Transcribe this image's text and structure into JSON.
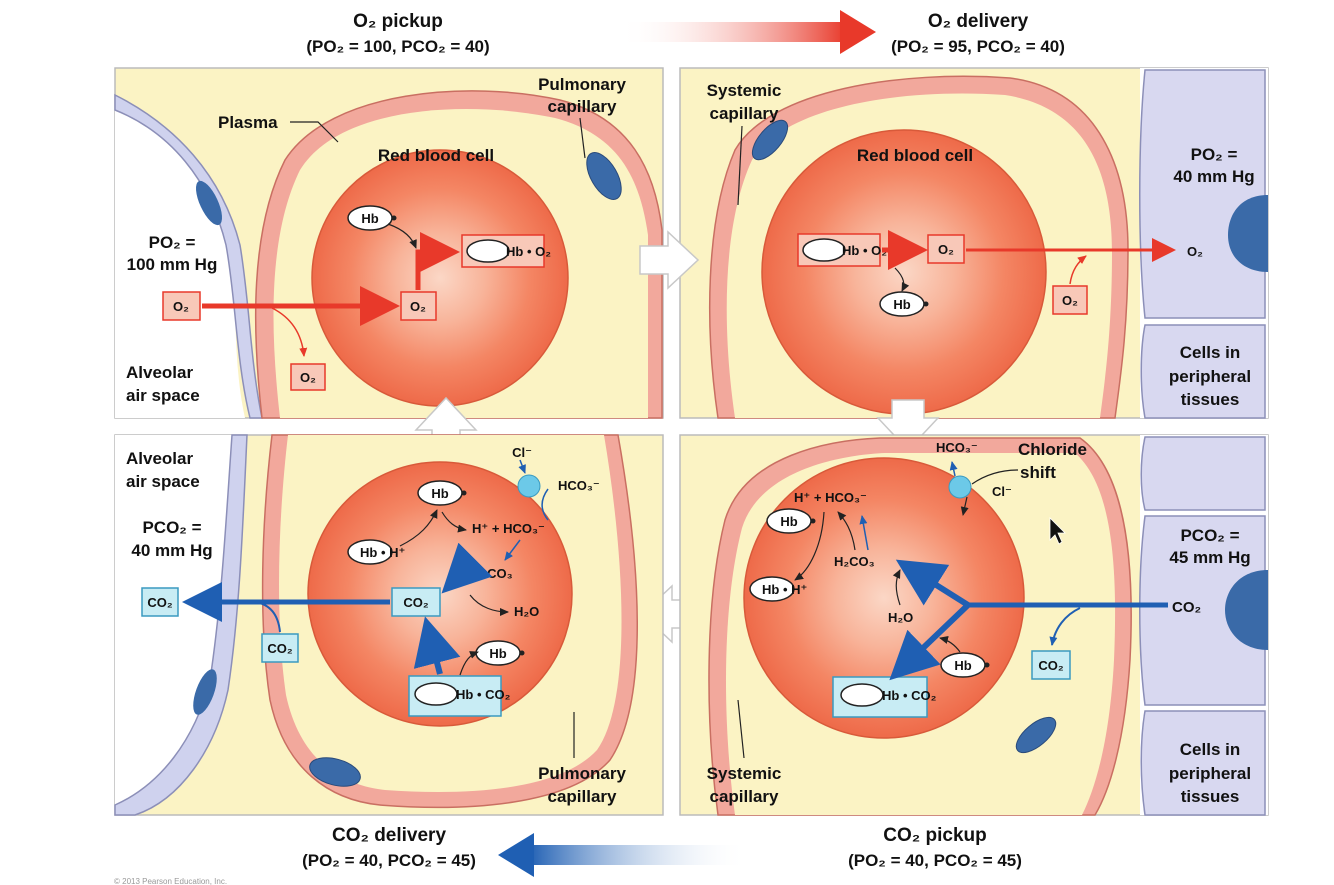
{
  "colors": {
    "o2_red": "#e8392a",
    "co2_blue": "#1f5fb3",
    "plasma": "#fbf3c4",
    "rbc": "#f06f4f",
    "tissue": "#d8d8f0",
    "nucleus": "#3a6aa8",
    "vessel_wall": "#f2a89c"
  },
  "header": {
    "o2_pickup": {
      "title": "O₂ pickup",
      "params": "(PO₂ = 100, PCO₂ = 40)"
    },
    "o2_delivery": {
      "title": "O₂ delivery",
      "params": "(PO₂ = 95, PCO₂ = 40)"
    }
  },
  "footer": {
    "co2_delivery": {
      "title": "CO₂ delivery",
      "params": "(PO₂ = 40, PCO₂ = 45)"
    },
    "co2_pickup": {
      "title": "CO₂ pickup",
      "params": "(PO₂ = 40, PCO₂ = 45)"
    },
    "copyright": "© 2013 Pearson Education, Inc."
  },
  "panel_tl": {
    "plasma": "Plasma",
    "pulmonary_capillary_1": "Pulmonary",
    "pulmonary_capillary_2": "capillary",
    "red_blood_cell": "Red blood cell",
    "po2_1": "PO₂ =",
    "po2_2": "100 mm Hg",
    "alveolar_1": "Alveolar",
    "alveolar_2": "air space",
    "hb": "Hb",
    "hb_o2": "Hb • O₂",
    "o2": "O₂"
  },
  "panel_tr": {
    "systemic_capillary_1": "Systemic",
    "systemic_capillary_2": "capillary",
    "red_blood_cell": "Red blood cell",
    "po2_1": "PO₂ =",
    "po2_2": "40 mm Hg",
    "cells_1": "Cells in",
    "cells_2": "peripheral",
    "cells_3": "tissues",
    "hb": "Hb",
    "hb_o2": "Hb • O₂",
    "o2": "O₂"
  },
  "panel_bl": {
    "alveolar_1": "Alveolar",
    "alveolar_2": "air space",
    "pco2_1": "PCO₂ =",
    "pco2_2": "40 mm Hg",
    "pulmonary_capillary_1": "Pulmonary",
    "pulmonary_capillary_2": "capillary",
    "cl": "Cl⁻",
    "hco3": "HCO₃⁻",
    "hb": "Hb",
    "hb_h": "Hb • H⁺",
    "h_hco3": "H⁺ + HCO₃⁻",
    "h2co3": "H₂CO₃",
    "h2o": "H₂O",
    "co2": "CO₂",
    "hb_co2": "Hb • CO₂"
  },
  "panel_br": {
    "chloride_1": "Chloride",
    "chloride_2": "shift",
    "hco3": "HCO₃⁻",
    "cl": "Cl⁻",
    "h_hco3": "H⁺ + HCO₃⁻",
    "hb": "Hb",
    "hb_h": "Hb • H⁺",
    "h2co3": "H₂CO₃",
    "h2o": "H₂O",
    "co2": "CO₂",
    "hb_co2": "Hb • CO₂",
    "pco2_1": "PCO₂ =",
    "pco2_2": "45 mm Hg",
    "systemic_capillary_1": "Systemic",
    "systemic_capillary_2": "capillary",
    "cells_1": "Cells in",
    "cells_2": "peripheral",
    "cells_3": "tissues"
  }
}
